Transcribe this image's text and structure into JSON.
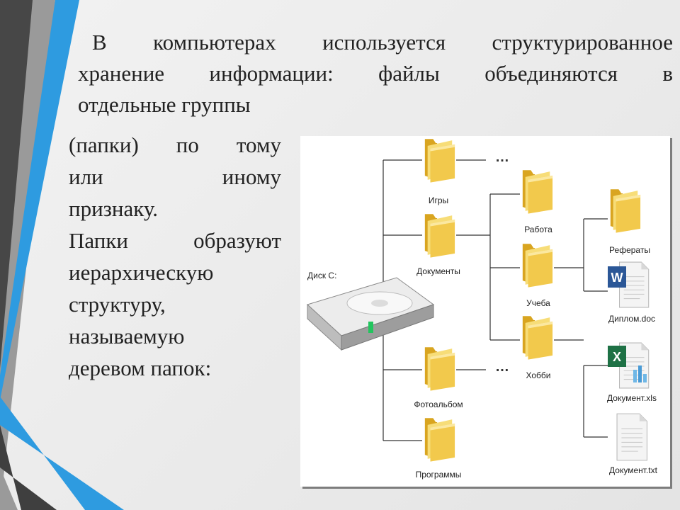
{
  "heading": {
    "lines": [
      "В компьютерах используется структурированное",
      "хранение информации: файлы объединяются в",
      "отдельные группы"
    ]
  },
  "body_text": {
    "lines": [
      "(папки) по тому",
      "или иному",
      "признаку.",
      "Папки образуют",
      "иерархическую",
      "структуру,",
      "называемую",
      "деревом папок:"
    ]
  },
  "diagram": {
    "drive_label": "Диск С:",
    "ellipsis": "…",
    "level1": [
      "Игры",
      "Документы",
      "Фотоальбом",
      "Программы"
    ],
    "level2": [
      "Работа",
      "Учеба",
      "Хобби"
    ],
    "level3": [
      "Рефераты",
      "Диплом.doc",
      "Документ.xls",
      "Документ.txt"
    ],
    "icons": {
      "folder": "folder-icon",
      "drive": "hard-drive-icon",
      "word": "word-document-icon",
      "excel": "excel-document-icon",
      "text": "text-document-icon"
    },
    "colors": {
      "folder": "#f2c94c",
      "word": "#2b5797",
      "excel": "#1e7145",
      "accent_blue": "#2e9be0",
      "accent_dark": "#444444"
    }
  }
}
